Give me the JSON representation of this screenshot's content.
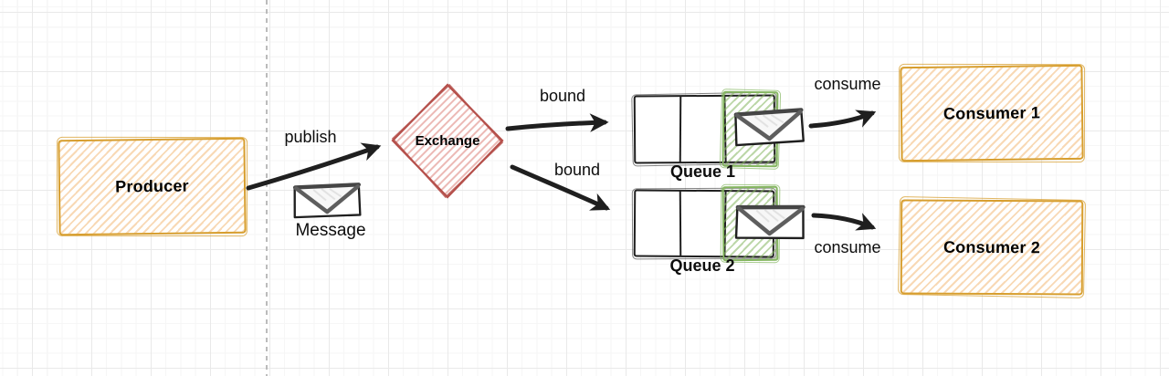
{
  "theme": {
    "ink": "#1f1f1f",
    "orange": "#d79e2e",
    "orange-hatch": "rgba(238,160,70,0.40)",
    "red": "#b5504b",
    "red-hatch": "#ecb9b5",
    "green": "#85b661",
    "green-hatch": "rgba(134,182,97,0.55)",
    "flap": "#5e5e5e",
    "grid-minor": "#f6f6f6",
    "grid-major": "#e9e9e9",
    "page-divider": "#bbbbbb"
  },
  "nodes": {
    "producer": {
      "label": "Producer"
    },
    "exchange": {
      "label": "Exchange"
    },
    "message": {
      "label": "Message",
      "icon": "envelope-icon"
    },
    "queue1": {
      "label": "Queue 1",
      "icon": "envelope-icon",
      "cells": 3
    },
    "queue2": {
      "label": "Queue 2",
      "icon": "envelope-icon",
      "cells": 3
    },
    "consumer1": {
      "label": "Consumer 1"
    },
    "consumer2": {
      "label": "Consumer 2"
    }
  },
  "edges": {
    "publish": {
      "label": "publish",
      "from": "producer",
      "to": "exchange"
    },
    "bound1": {
      "label": "bound",
      "from": "exchange",
      "to": "queue1"
    },
    "bound2": {
      "label": "bound",
      "from": "exchange",
      "to": "queue2"
    },
    "consume1": {
      "label": "consume",
      "from": "queue1",
      "to": "consumer1"
    },
    "consume2": {
      "label": "consume",
      "from": "queue2",
      "to": "consumer2"
    }
  }
}
